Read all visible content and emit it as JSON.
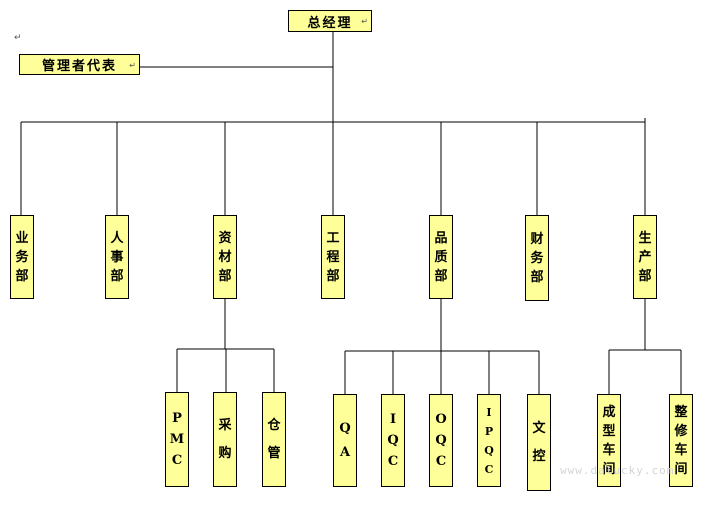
{
  "top": {
    "label": "总经理"
  },
  "rep": {
    "label": "管理者代表"
  },
  "departments": [
    {
      "id": "sales",
      "label": "业务部"
    },
    {
      "id": "hr",
      "label": "人事部"
    },
    {
      "id": "materials",
      "label": "资材部"
    },
    {
      "id": "engineering",
      "label": "工程部"
    },
    {
      "id": "quality",
      "label": "品质部"
    },
    {
      "id": "finance",
      "label": "财务部"
    },
    {
      "id": "production",
      "label": "生产部"
    }
  ],
  "sub_units": {
    "materials": [
      {
        "id": "pmc",
        "label": "PMC"
      },
      {
        "id": "purchasing",
        "label": "采购"
      },
      {
        "id": "warehouse",
        "label": "仓管"
      }
    ],
    "quality": [
      {
        "id": "qa",
        "label": "QA"
      },
      {
        "id": "iqc",
        "label": "IQC"
      },
      {
        "id": "oqc",
        "label": "OQC"
      },
      {
        "id": "ipqc",
        "label": "IPQC"
      },
      {
        "id": "document-control",
        "label": "文控"
      }
    ],
    "production": [
      {
        "id": "forming-workshop",
        "label": "成型车间"
      },
      {
        "id": "repair-workshop",
        "label": "整修车间"
      }
    ]
  },
  "watermark": "www.dalucky.com",
  "colors": {
    "box_fill": "#ffff99",
    "border": "#000000",
    "line": "#000000"
  },
  "icons": {
    "paragraph_mark": "↵"
  }
}
